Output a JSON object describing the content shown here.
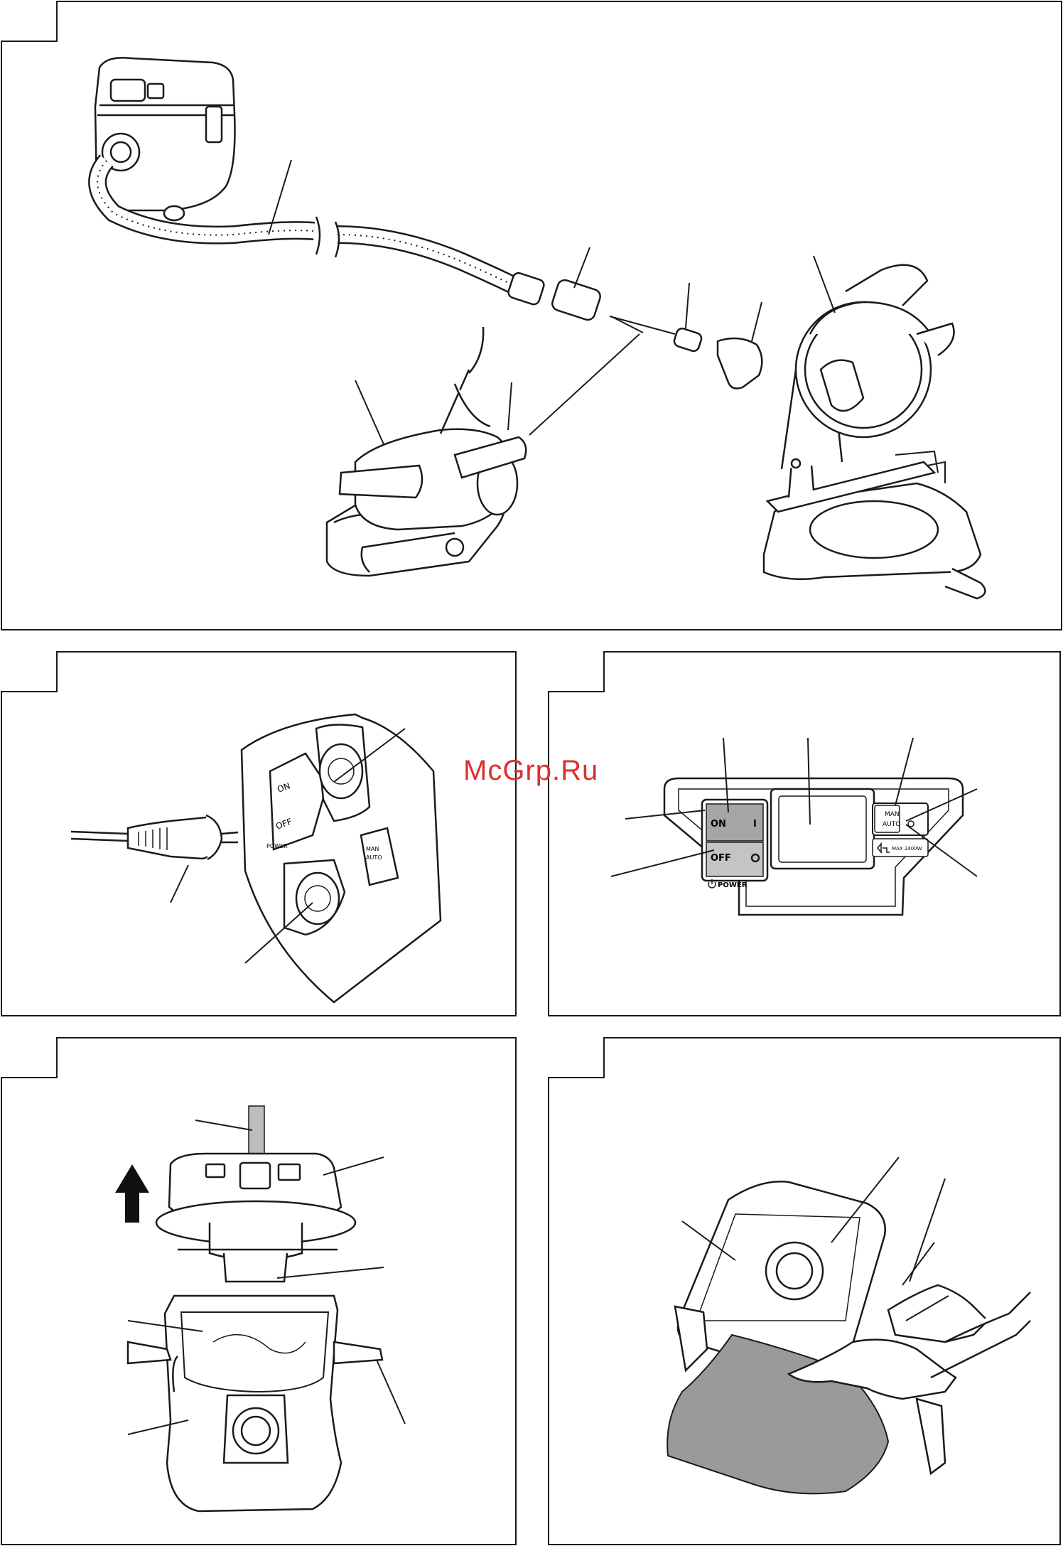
{
  "watermark": {
    "text": "McGrp.Ru",
    "color": "#d9322e"
  },
  "panel_control": {
    "switch_on": "ON",
    "switch_on_mark": "I",
    "switch_off": "OFF",
    "power_label": "POWER",
    "mode_man": "MAN",
    "mode_auto": "AUTO",
    "max_load": "MAX 2400W"
  },
  "panel_socket": {
    "switch_on": "ON",
    "switch_off": "OFF",
    "power_label": "POWER",
    "mode_man": "MAN",
    "mode_auto": "AUTO"
  },
  "icons": [
    "power-icon",
    "arrow-up-icon",
    "plug-icon"
  ]
}
